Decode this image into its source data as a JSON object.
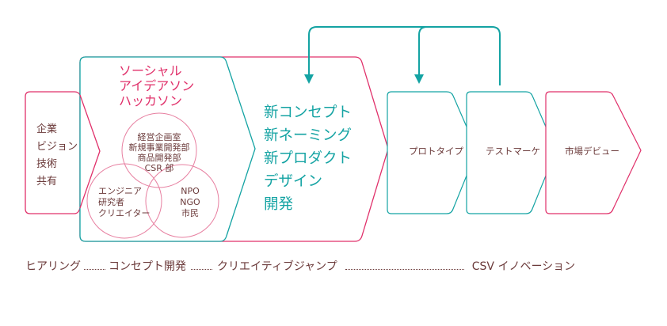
{
  "colors": {
    "pink": "#e0306a",
    "teal": "#14a3a3",
    "text": "#6b3a3a"
  },
  "stage1": {
    "lines": [
      "企業",
      "ビジョン",
      "技術",
      "共有"
    ]
  },
  "stage2": {
    "title_lines": [
      "ソーシャル",
      "アイデアソン",
      "ハッカソン"
    ],
    "venn": {
      "top": [
        "経営企画室",
        "新規事業開発部",
        "商品開発部",
        "CSR 部"
      ],
      "left": [
        "エンジニア",
        "研究者",
        "クリエイター"
      ],
      "right": [
        "NPO",
        "NGO",
        "市民"
      ]
    }
  },
  "stage3": {
    "lines": [
      "新コンセプト",
      "新ネーミング",
      "新プロダクト",
      "デザイン",
      "開発"
    ]
  },
  "stage4": {
    "label": "プロトタイプ"
  },
  "stage5": {
    "label": "テストマーケ"
  },
  "stage6": {
    "label": "市場デビュー"
  },
  "timeline": {
    "steps": [
      "ヒアリング",
      "コンセプト開発",
      "クリエイティブジャンプ",
      "CSV イノベーション"
    ]
  }
}
